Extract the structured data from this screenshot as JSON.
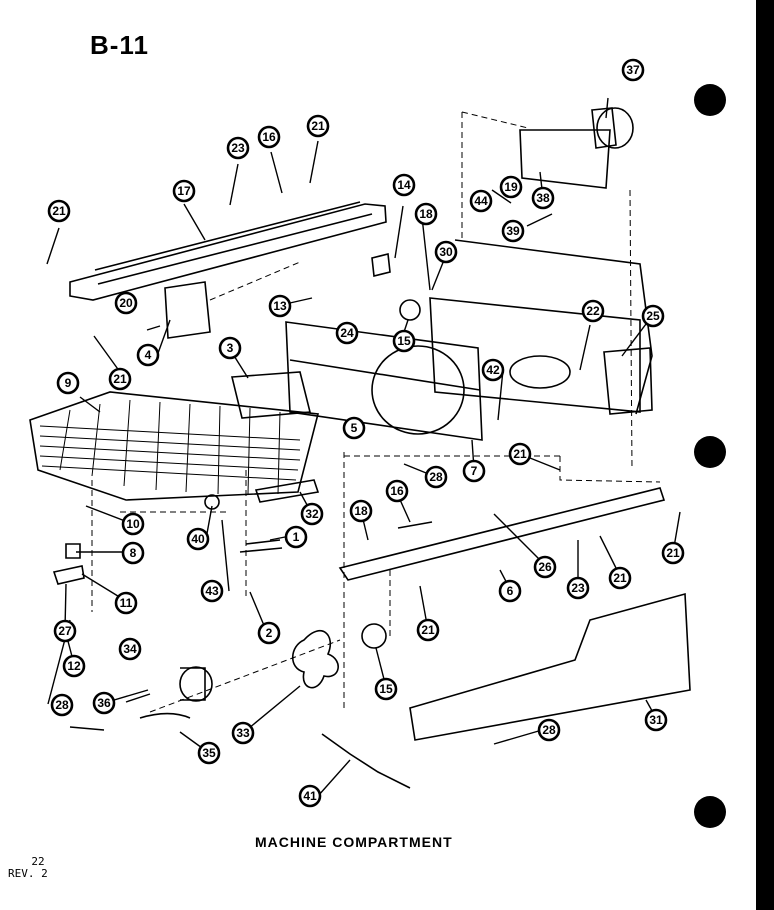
{
  "page_code": "B-11",
  "caption": "MACHINE COMPARTMENT",
  "page_number": "22",
  "revision": "REV. 2",
  "callout_labels": [
    "1",
    "2",
    "3",
    "4",
    "5",
    "6",
    "7",
    "8",
    "9",
    "10",
    "11",
    "12",
    "13",
    "14",
    "15",
    "15",
    "16",
    "16",
    "17",
    "18",
    "18",
    "19",
    "20",
    "21",
    "21",
    "21",
    "21",
    "21",
    "21",
    "21",
    "22",
    "23",
    "23",
    "24",
    "25",
    "26",
    "27",
    "28",
    "28",
    "28",
    "30",
    "31",
    "32",
    "33",
    "34",
    "35",
    "36",
    "37",
    "38",
    "39",
    "40",
    "41",
    "42",
    "43",
    "44"
  ]
}
